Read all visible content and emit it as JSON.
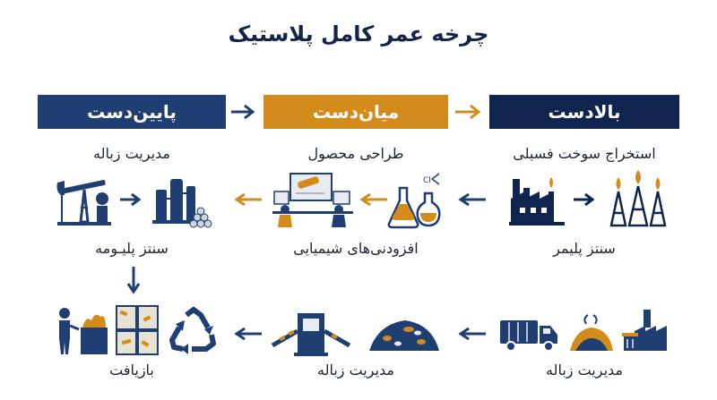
{
  "title": "چرخه عمر کامل پلاستیک",
  "stages": {
    "downstream": "پایین‌دست",
    "midstream": "میان‌دست",
    "upstream": "بالادست"
  },
  "labels": {
    "waste_mgmt_top": "مدیریت زباله",
    "product_design": "طراحی محصول",
    "fossil_extraction": "استخراج سوخت فسیلی",
    "polymer_synthesis_left": "سنتز پلیـومه",
    "chemical_additives": "افزودنی‌های شیمیایی",
    "polymer_synthesis_right": "سنتز پلیمر",
    "recycling": "بازیافت",
    "waste_mgmt_bottom_mid": "مدیریت زباله",
    "waste_mgmt_bottom_right": "مدیریت زباله"
  },
  "colors": {
    "navy": "#1f3f73",
    "dark_navy": "#0f2550",
    "orange": "#d38c1b"
  }
}
